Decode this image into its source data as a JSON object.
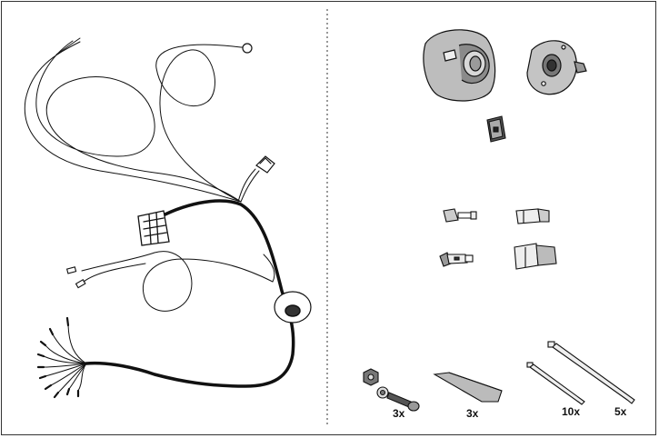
{
  "kit": {
    "quantities": {
      "bolts": "3x",
      "rubber_seals": "3x",
      "cable_ties_short": "10x",
      "cable_ties_long": "5x"
    }
  }
}
